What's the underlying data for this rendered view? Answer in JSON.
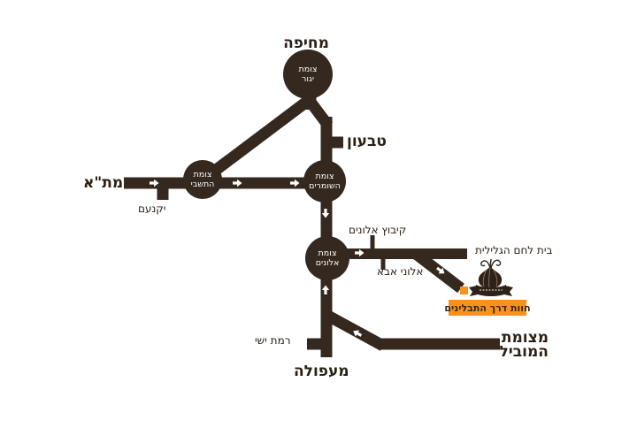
{
  "map": {
    "title_meaning": "road-directions map",
    "colors": {
      "road": "#35281e",
      "text": "#2c2014",
      "accent_orange": "#f6921e",
      "background": "#ffffff"
    },
    "labels": {
      "from_haifa": "מחיפה",
      "tivon": "טבעון",
      "from_tel_aviv": "מת\"א",
      "yokneam": "יקנעם",
      "kibbutz_alonim": "קיבוץ אלונים",
      "alonei_abba": "אלוני אבא",
      "bethlehem_glilit": "בית לחם הגלילית",
      "ramat_yishai": "רמת ישי",
      "from_afula": "מעפולה",
      "from_hamovil_line1": "מצומת",
      "from_hamovil_line2": "המוביל",
      "farm": "חוות דרך התבלינים"
    },
    "junctions": [
      {
        "id": "yagur",
        "line1": "צומת",
        "line2": "יגור"
      },
      {
        "id": "hatishbi",
        "line1": "צומת",
        "line2": "התשבי"
      },
      {
        "id": "hashomrim",
        "line1": "צומת",
        "line2": "השומרים"
      },
      {
        "id": "alonim",
        "line1": "צומת",
        "line2": "אלונים"
      }
    ]
  }
}
